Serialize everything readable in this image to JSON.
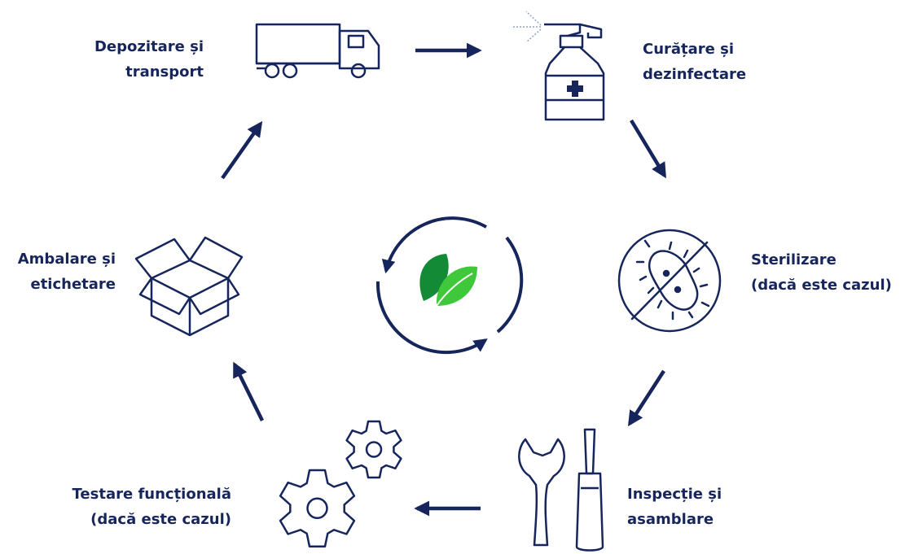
{
  "colors": {
    "navy": "#16265c",
    "leaf_dark": "#138a36",
    "leaf_light": "#3ec83a"
  },
  "steps": [
    {
      "id": "storage",
      "icon": "truck-icon",
      "lines": [
        "Depozitare și",
        "transport"
      ]
    },
    {
      "id": "cleaning",
      "icon": "spray-bottle-icon",
      "lines": [
        "Curățare și",
        "dezinfectare"
      ]
    },
    {
      "id": "sterilization",
      "icon": "crossed-bacteria-icon",
      "lines": [
        "Sterilizare",
        "(dacă este cazul)"
      ]
    },
    {
      "id": "inspection",
      "icon": "wrench-screwdriver-icon",
      "lines": [
        "Inspecție și",
        "asamblare"
      ]
    },
    {
      "id": "testing",
      "icon": "gears-icon",
      "lines": [
        "Testare funcțională",
        "(dacă este cazul)"
      ]
    },
    {
      "id": "packaging",
      "icon": "open-box-icon",
      "lines": [
        "Ambalare și",
        "etichetare"
      ]
    }
  ],
  "center_icon": "recycle-leaves-icon"
}
